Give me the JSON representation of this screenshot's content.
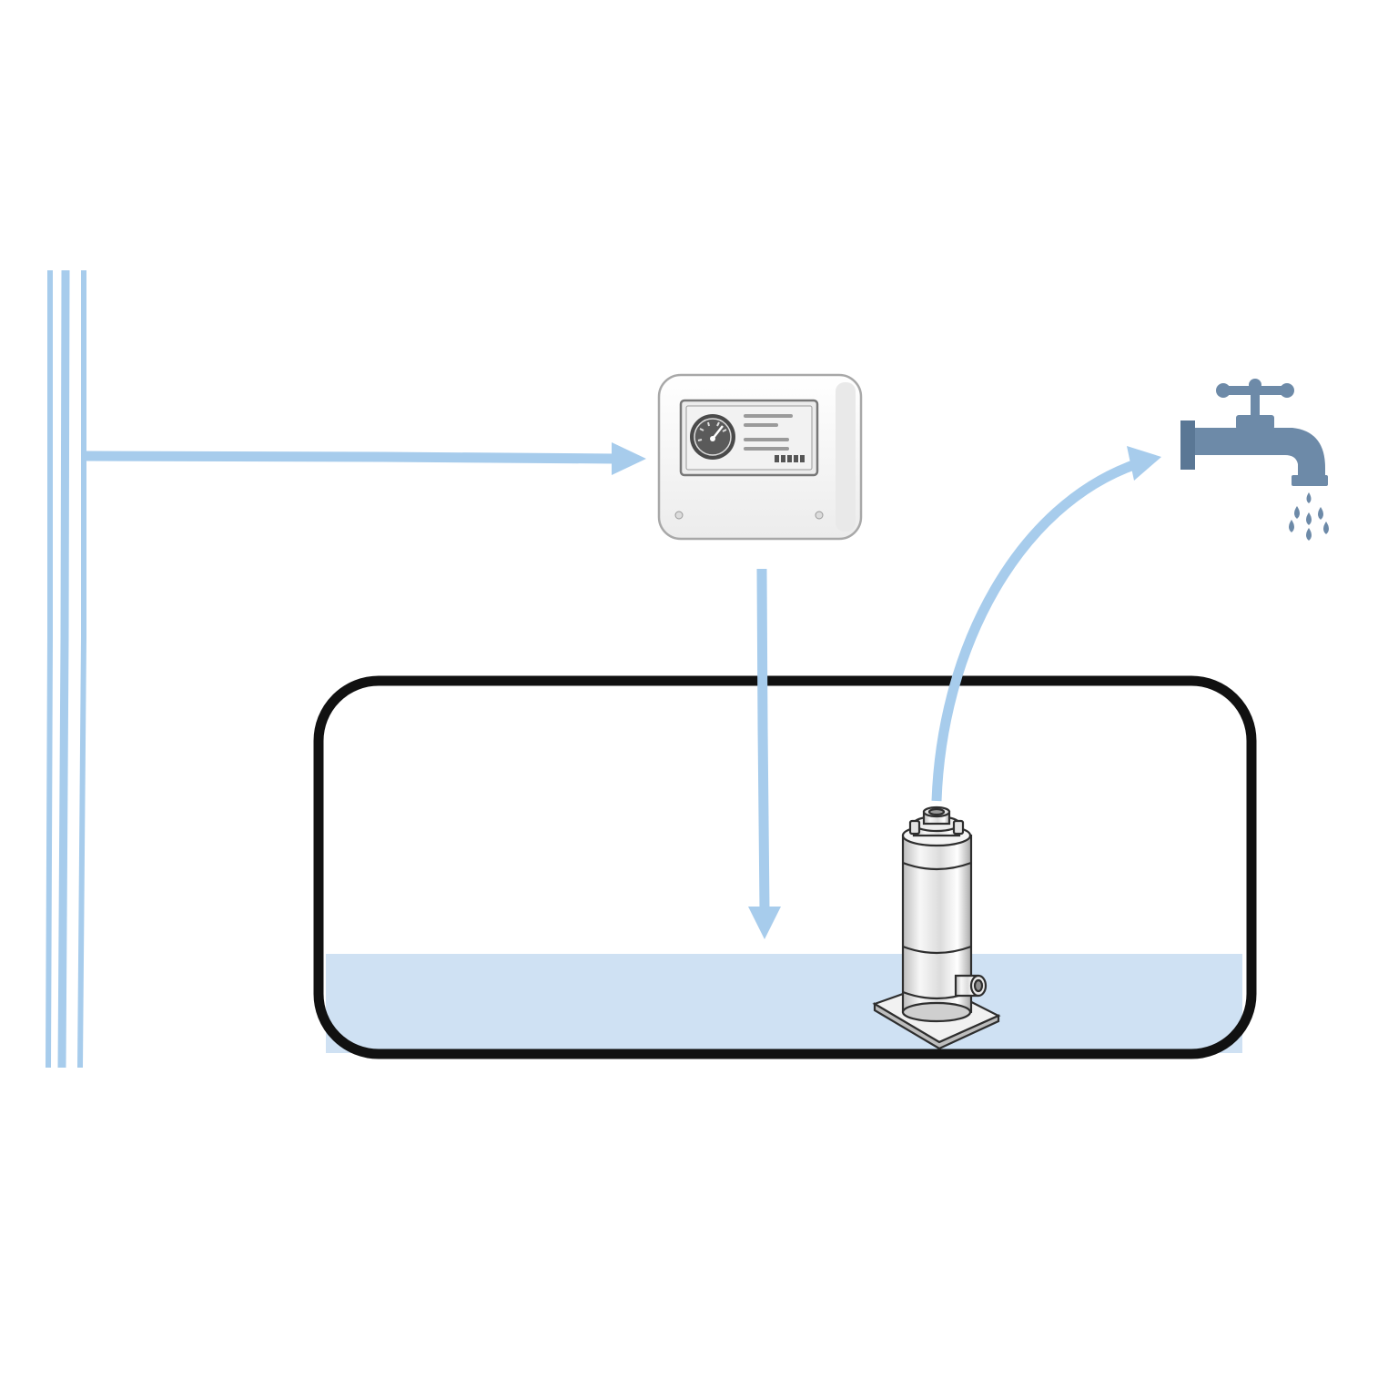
{
  "diagram": {
    "colors": {
      "background": "#ffffff",
      "pipe": "#a7ccec",
      "water": "#cfe1f3",
      "tank_outline": "#111111",
      "controller_body": "#f5f5f5",
      "controller_outline": "#a8a8a8",
      "screen_bg": "#ececec",
      "gauge_face": "#4a4a4a",
      "faucet": "#6d8aa8",
      "faucet_dark": "#5a7795",
      "drops": "#6d8aa8",
      "pump_metal": "#e6e6e6",
      "pump_outline": "#2e2e2e"
    },
    "nodes": [
      {
        "id": "supply-pipe",
        "icon": "vertical-pipe-icon"
      },
      {
        "id": "controller",
        "icon": "pressure-controller-icon"
      },
      {
        "id": "tank",
        "icon": "water-tank-icon"
      },
      {
        "id": "pump",
        "icon": "submersible-pump-icon"
      },
      {
        "id": "faucet",
        "icon": "faucet-icon"
      }
    ],
    "edges": [
      {
        "from": "supply-pipe",
        "to": "controller"
      },
      {
        "from": "controller",
        "to": "tank"
      },
      {
        "from": "pump",
        "to": "faucet"
      }
    ]
  }
}
